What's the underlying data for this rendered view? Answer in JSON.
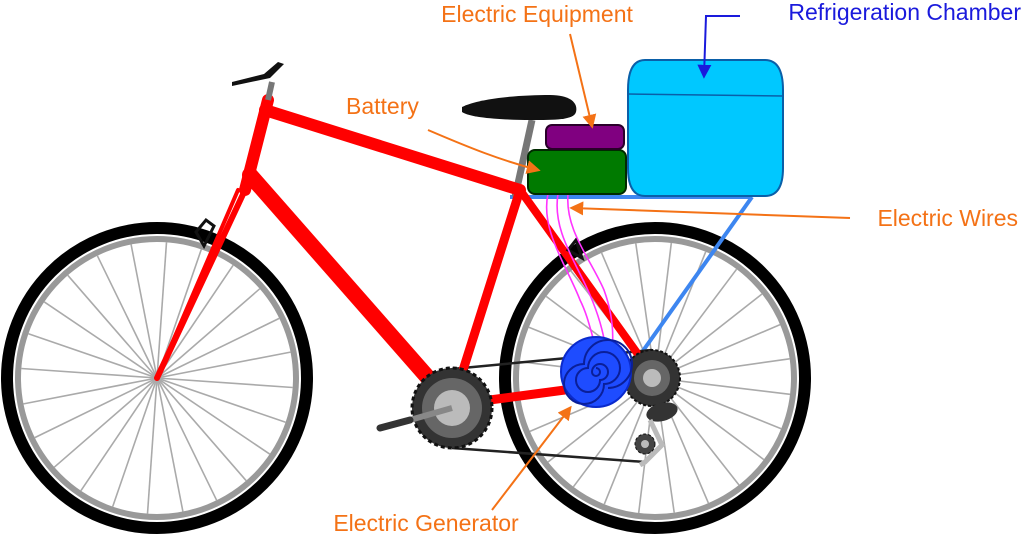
{
  "labels": {
    "electric_equipment": "Electric Equipment",
    "refrigeration_chamber": "Refrigeration Chamber",
    "battery": "Battery",
    "electric_wires": "Electric Wires",
    "electric_generator": "Electric Generator"
  },
  "colors": {
    "label_orange": "#f47216",
    "label_blue": "#1a1adc",
    "frame_red": "#ff0000",
    "tire_black": "#000000",
    "rim_gray": "#999999",
    "rack_blue": "#3d86f0",
    "chamber_cyan": "#00c8ff",
    "battery_green": "#007a00",
    "equipment_purple": "#800080",
    "generator_blue": "#1e4cff",
    "wire_magenta": "#ff33ff"
  }
}
